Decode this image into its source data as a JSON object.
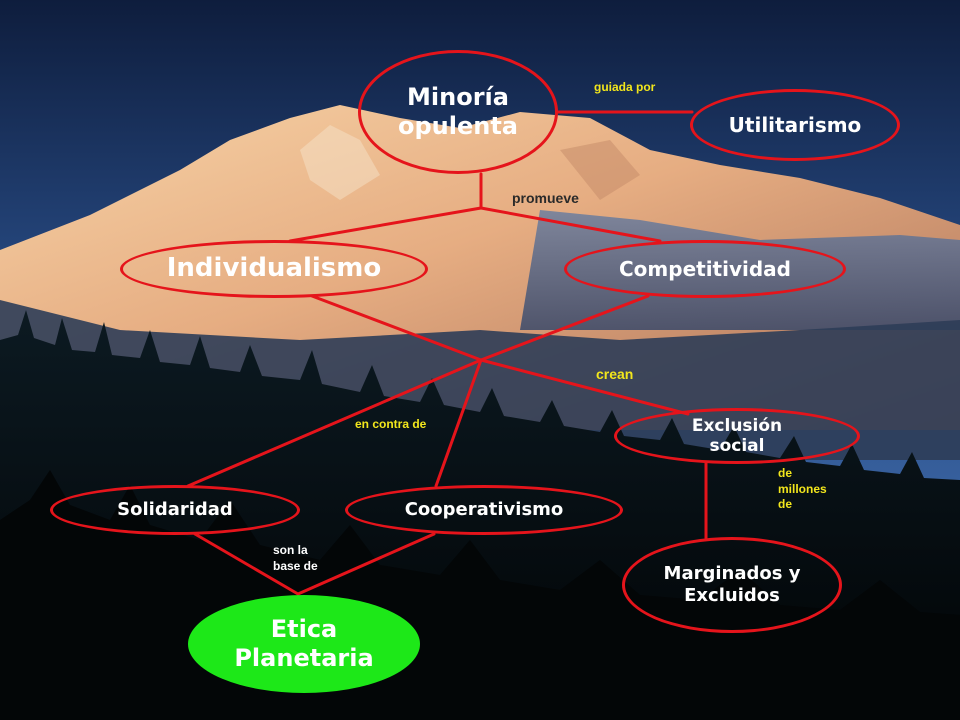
{
  "colors": {
    "node_border": "#e5141b",
    "link": "#e5141b",
    "node_text": "#ffffff",
    "highlight_fill": "#1de818",
    "link_label_yellow": "#f2e61c",
    "link_label_white": "#ffffff",
    "link_label_dark": "#2a2a2a"
  },
  "nodes": {
    "minoria": {
      "label": "Minoría\nopulenta"
    },
    "utilitarismo": {
      "label": "Utilitarismo"
    },
    "individualismo": {
      "label": "Individualismo"
    },
    "competitividad": {
      "label": "Competitividad"
    },
    "exclusion": {
      "label": "Exclusión\nsocial"
    },
    "solidaridad": {
      "label": "Solidaridad"
    },
    "cooperativismo": {
      "label": "Cooperativismo"
    },
    "marginados": {
      "label": "Marginados y\nExcluidos"
    },
    "etica": {
      "label": "Etica\nPlanetaria"
    }
  },
  "link_labels": {
    "guiada_por": "guiada por",
    "promueve": "promueve",
    "crean": "crean",
    "en_contra_de": "en contra de",
    "de_millones_de": "de\nmillones\nde",
    "son_la_base_de": "son la\nbase de"
  }
}
